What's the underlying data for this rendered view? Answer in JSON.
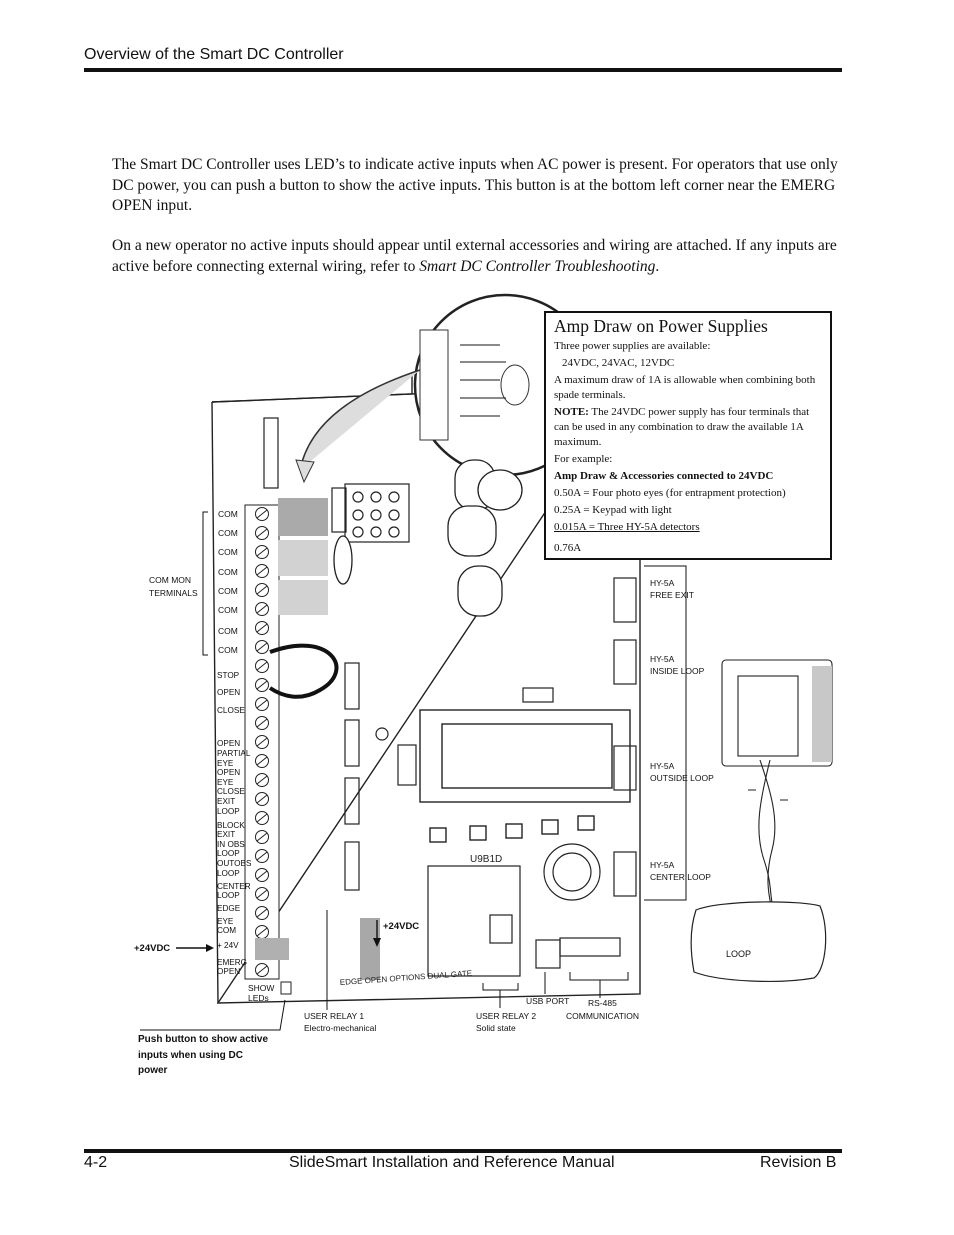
{
  "header": {
    "title": "Overview of the Smart DC Controller"
  },
  "body": {
    "paragraph1": "The Smart DC Controller uses LED’s to indicate active inputs when AC power is present. For operators that use only DC power, you can push a button to show the active inputs. This button is at the bottom left corner near the EMERG OPEN input.",
    "paragraph2_text": "On a new operator no active inputs should appear until external accessories and wiring are attached. If any inputs are active before connecting external wiring, refer to ",
    "paragraph2_ref": "Smart DC Controller Troubleshooting",
    "paragraph2_end": "."
  },
  "amp_box": {
    "title": "Amp Draw on Power Supplies",
    "intro": "Three power supplies are available:",
    "supplies": "24VDC, 24VAC, 12VDC",
    "max_draw": "A maximum draw of 1A is allowable when combining both spade terminals.",
    "note_label": "NOTE:",
    "note_text": " The 24VDC power supply has four terminals that can be used in any combination to draw the available 1A maximum.",
    "example_label": "For example:",
    "example_heading": "Amp Draw & Accessories connected to 24VDC",
    "examples": [
      "0.50A = Four photo eyes (for entrapment protection)",
      "0.25A = Keypad with light",
      "0.015A = Three HY-5A detectors"
    ],
    "total": "0.76A"
  },
  "diagram": {
    "com_labels": [
      "COM",
      "COM",
      "COM",
      "COM",
      "COM",
      "COM",
      "COM",
      "COM"
    ],
    "common_terminals": [
      "COM MON",
      "TERMINALS"
    ],
    "inputs": [
      "STOP",
      "OPEN",
      "CLOSE",
      "OPEN",
      "PARTIAL",
      "EYE",
      "OPEN",
      "EYE",
      "CLOSE",
      "EXIT",
      "LOOP",
      "BLOCK",
      "EXIT",
      "IN OBS",
      "LOOP",
      "OUTOBS",
      "LOOP",
      "CENTER",
      "LOOP",
      "EDGE",
      "EYE",
      "COM",
      "+ 24V",
      "EMERG",
      "OPEN"
    ],
    "show_leds": [
      "SHOW",
      "LEDs"
    ],
    "plus24_left": "+24VDC",
    "plus24_relay": "+24VDC",
    "detectors": [
      {
        "model": "HY-5A",
        "label": "FREE EXIT"
      },
      {
        "model": "HY-5A",
        "label": "INSIDE LOOP"
      },
      {
        "model": "HY-5A",
        "label": "OUTSIDE LOOP"
      },
      {
        "model": "HY-5A",
        "label": "CENTER LOOP"
      }
    ],
    "loop_label": "LOOP",
    "usb_port": "USB PORT",
    "rs485": [
      "RS-485",
      "COMMUNICATION"
    ],
    "user_relay1": [
      "USER RELAY 1",
      "Electro-mechanical"
    ],
    "user_relay2": [
      "USER RELAY 2",
      "Solid state"
    ],
    "push_note": "Push button to show active inputs when using DC power",
    "board_marks": {
      "chip": "U9B1D",
      "option_row": "EDGE  OPEN  OPTIONS  DUAL  GATE"
    }
  },
  "footer": {
    "page": "4-2",
    "manual": "SlideSmart Installation and Reference Manual",
    "revision": "Revision B"
  }
}
